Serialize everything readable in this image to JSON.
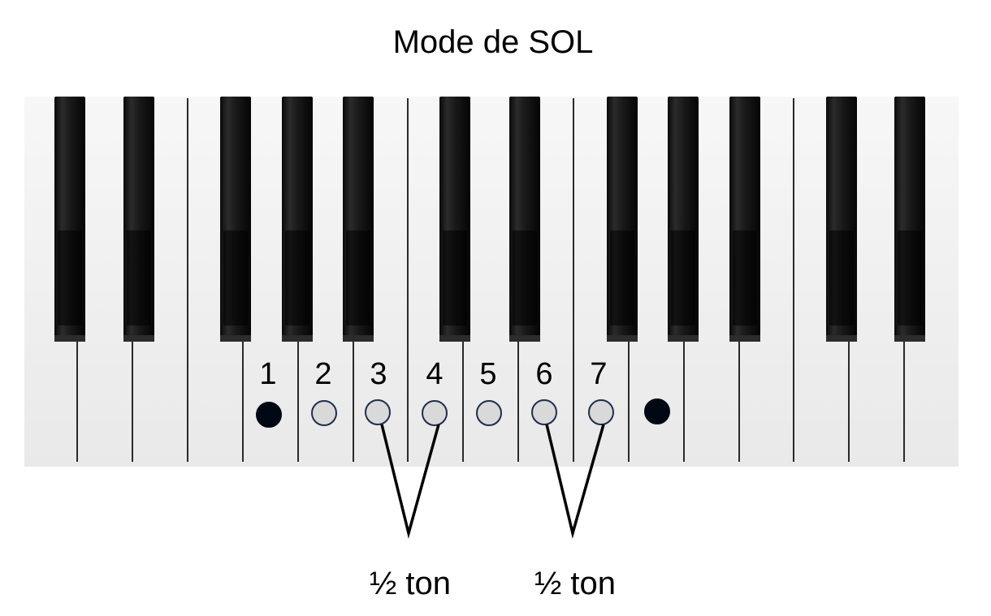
{
  "title": "Mode de SOL",
  "keyboard": {
    "white_key_count": 17,
    "black_key_count": 12
  },
  "scale_degrees": [
    "1",
    "2",
    "3",
    "4",
    "5",
    "6",
    "7"
  ],
  "markers": [
    {
      "kind": "tonic"
    },
    {
      "kind": "degree"
    },
    {
      "kind": "degree"
    },
    {
      "kind": "degree"
    },
    {
      "kind": "degree"
    },
    {
      "kind": "degree"
    },
    {
      "kind": "degree"
    },
    {
      "kind": "octave"
    }
  ],
  "half_tone_brackets": [
    {
      "between": [
        3,
        4
      ],
      "label": "½ ton"
    },
    {
      "between": [
        6,
        7
      ],
      "label": "½ ton"
    }
  ],
  "colors": {
    "tonic_marker": "#000814",
    "degree_marker_fill": "#d9d9d9",
    "degree_marker_stroke": "#1f2d4d",
    "black_key": "#141414",
    "white_key": "#f2f2f2",
    "key_divider": "#2a2a2a",
    "text": "#000000"
  }
}
